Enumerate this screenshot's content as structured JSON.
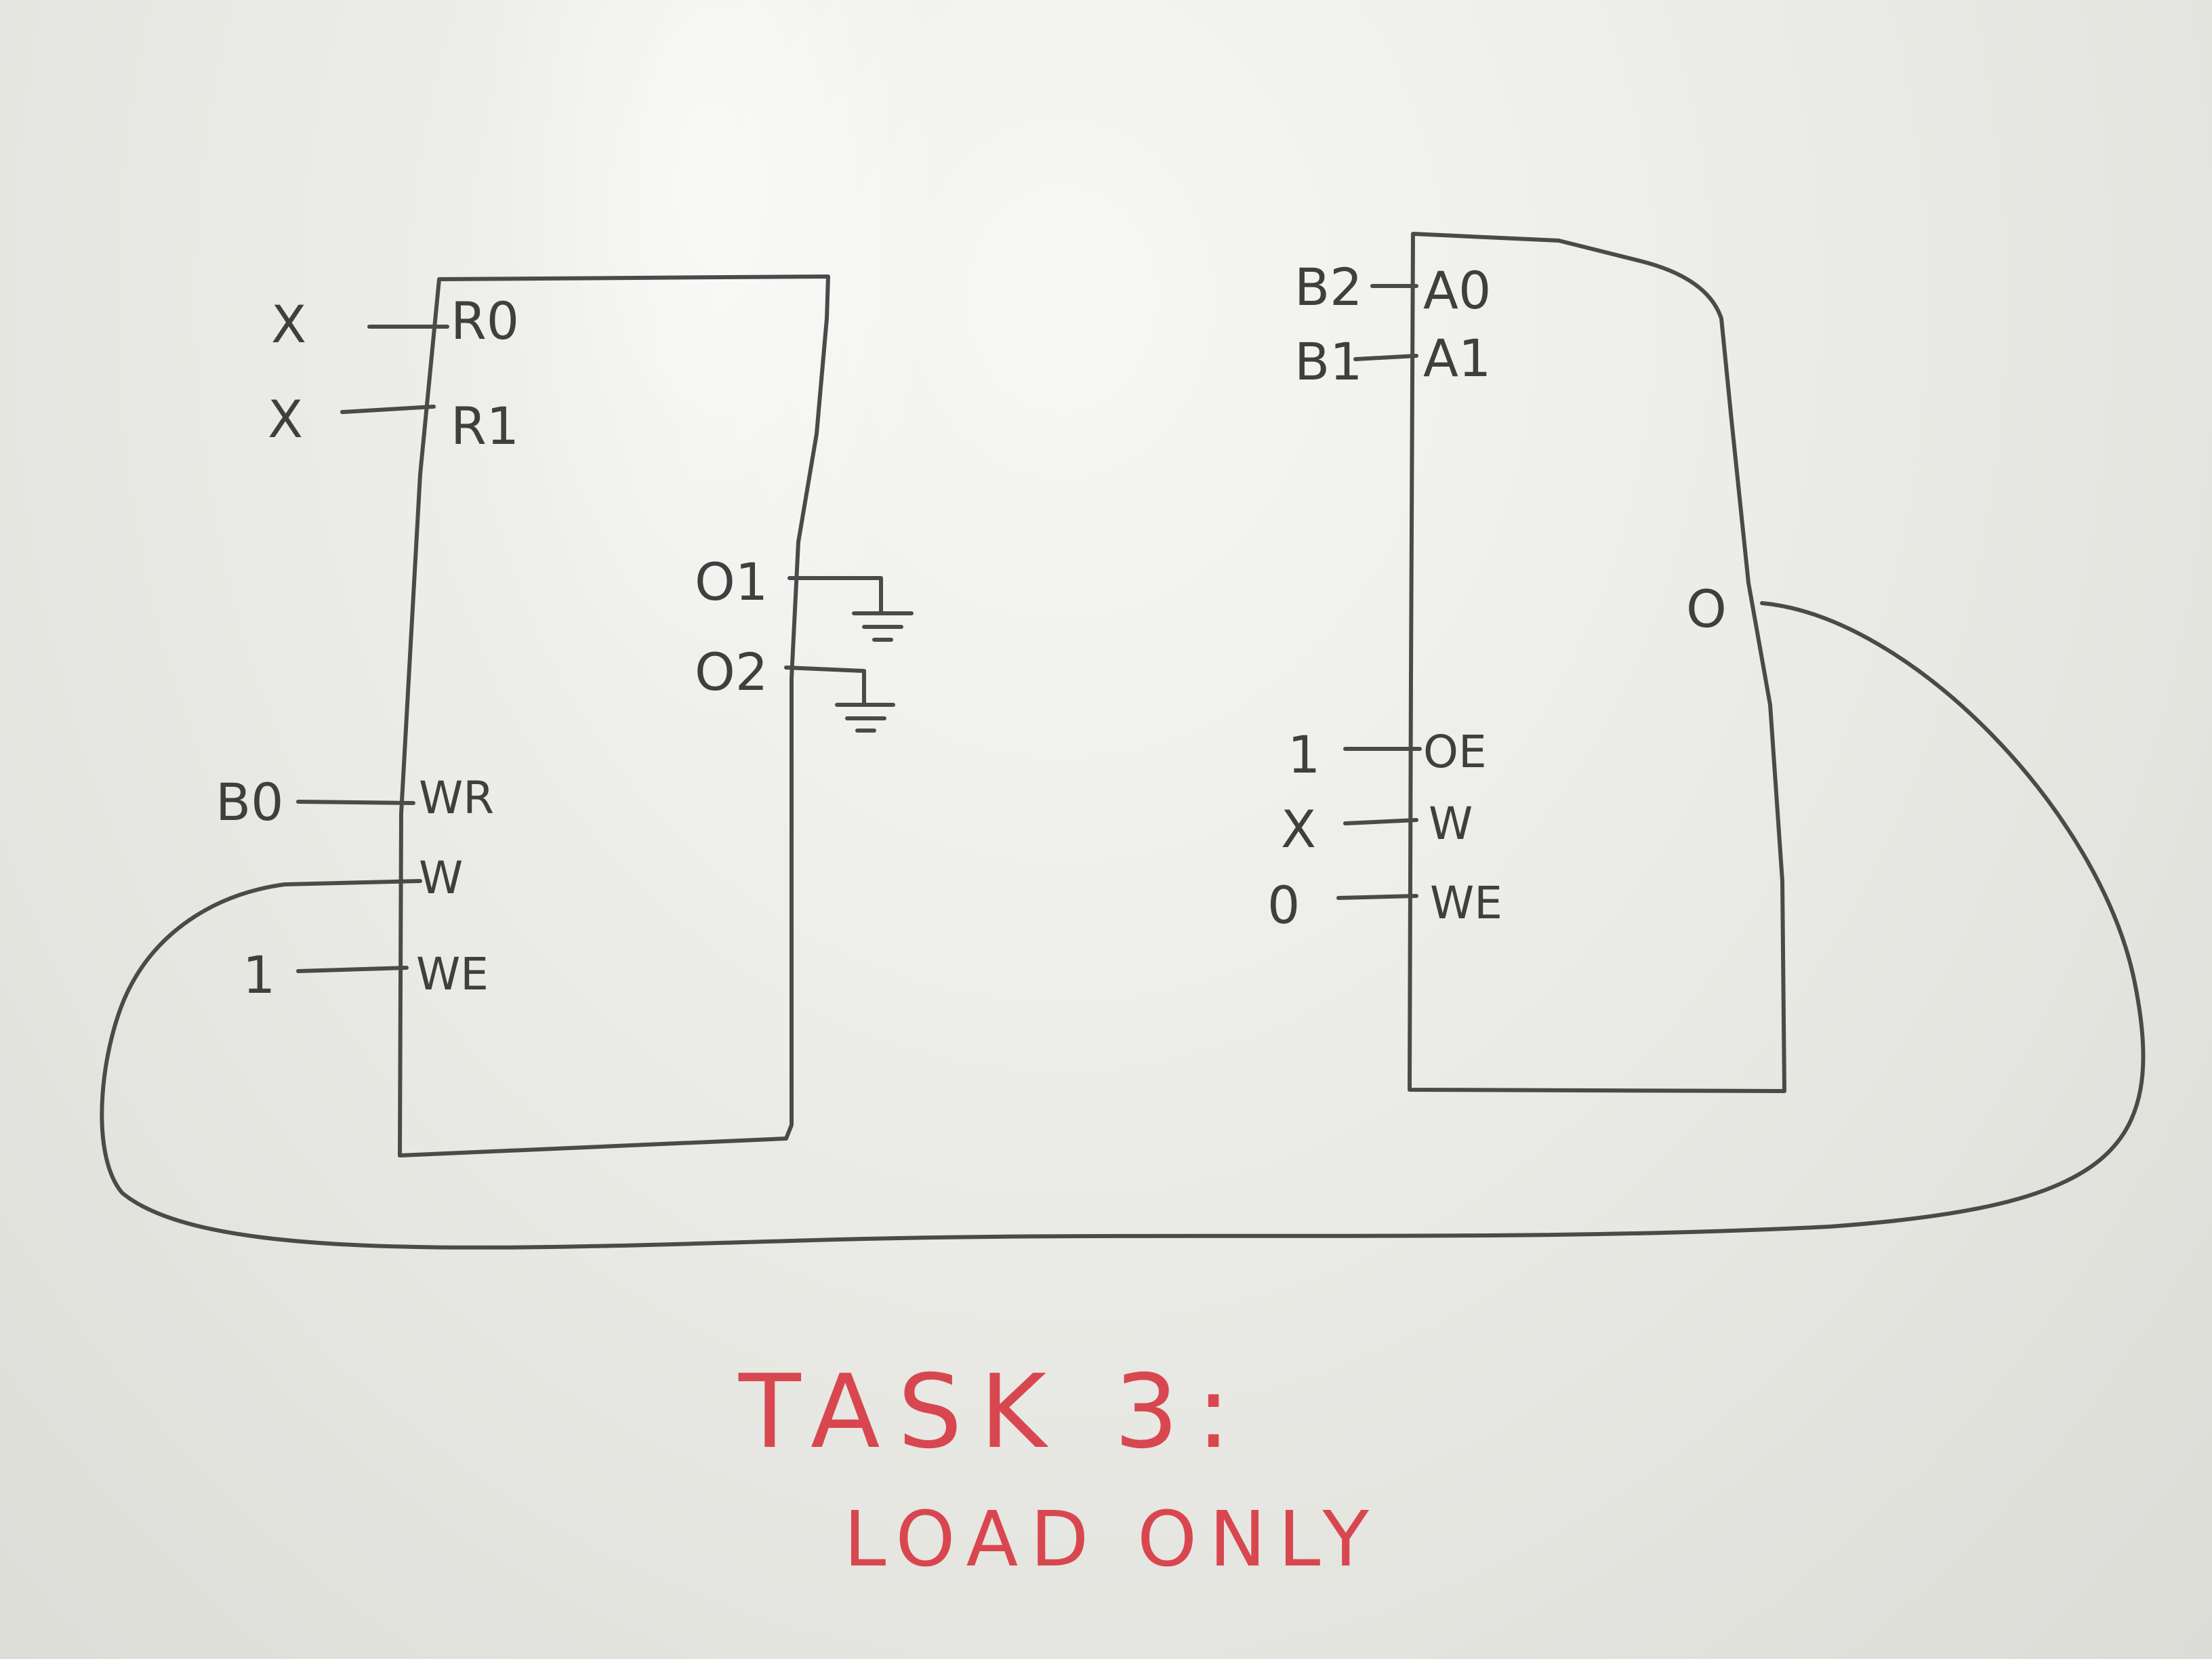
{
  "left_block": {
    "inputs": [
      {
        "signal": "X",
        "pin": "R0"
      },
      {
        "signal": "X",
        "pin": "R1"
      },
      {
        "signal": "B0",
        "pin": "WR"
      },
      {
        "signal": "",
        "pin": "W"
      },
      {
        "signal": "1",
        "pin": "WE"
      }
    ],
    "outputs": [
      {
        "pin": "O1",
        "connection": "ground"
      },
      {
        "pin": "O2",
        "connection": "ground"
      }
    ]
  },
  "right_block": {
    "inputs": [
      {
        "signal": "B2",
        "pin": "A0"
      },
      {
        "signal": "B1",
        "pin": "A1"
      },
      {
        "signal": "1",
        "pin": "OE"
      },
      {
        "signal": "X",
        "pin": "W"
      },
      {
        "signal": "0",
        "pin": "WE"
      }
    ],
    "output_pin": "O"
  },
  "connections": [
    {
      "from": "right_block.O",
      "to": "left_block.W"
    }
  ],
  "caption": {
    "title": "TASK 3:",
    "subtitle": "LOAD ONLY"
  },
  "colors": {
    "marker": "#4a4a4a",
    "caption": "#d8474f",
    "board": "#e9e9e5"
  }
}
